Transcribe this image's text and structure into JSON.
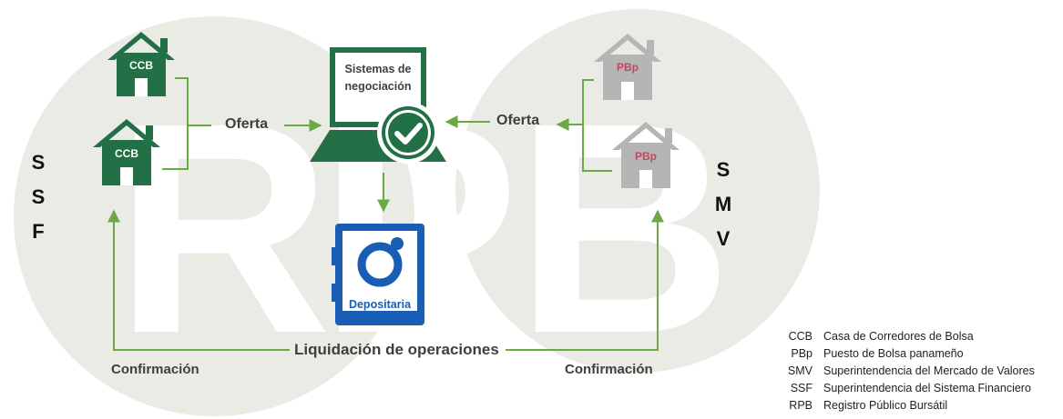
{
  "background_letters": [
    "R",
    "P",
    "B"
  ],
  "left_regulator": [
    "S",
    "S",
    "F"
  ],
  "right_regulator": [
    "S",
    "M",
    "V"
  ],
  "nodes": {
    "ccb_top": "CCB",
    "ccb_bottom": "CCB",
    "pbp_top": "PBp",
    "pbp_bottom": "PBp",
    "trading_system": [
      "Sistemas de",
      "negociación"
    ],
    "depository": "Depositaria"
  },
  "flows": {
    "offer_left": "Oferta",
    "offer_right": "Oferta",
    "settlement": "Liquidación de operaciones",
    "confirm_left": "Confirmación",
    "confirm_right": "Confirmación"
  },
  "legend": [
    {
      "abbr": "CCB",
      "text": "Casa de Corredores de Bolsa"
    },
    {
      "abbr": "PBp",
      "text": "Puesto de Bolsa panameño"
    },
    {
      "abbr": "SMV",
      "text": "Superintendencia del Mercado de Valores"
    },
    {
      "abbr": "SSF",
      "text": "Superintendencia del Sistema Financiero"
    },
    {
      "abbr": "RPB",
      "text": "Registro Público Bursátil"
    }
  ],
  "colors": {
    "green": "#237046",
    "arrow_green": "#6aaa44",
    "gray_house": "#b5b5b5",
    "depository_blue": "#1a5db5",
    "circle_bg": "#ebebe6"
  }
}
